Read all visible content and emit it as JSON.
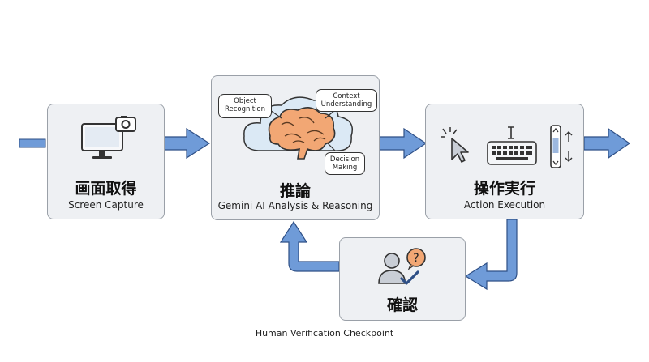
{
  "colors": {
    "arrow_fill": "#6f9bd8",
    "arrow_stroke": "#2e4f86",
    "box_fill": "#eef0f3",
    "box_border": "#9aa0a8",
    "brain_fill": "#f2a774",
    "cloud_fill": "#dbe9f5"
  },
  "nodes": {
    "capture": {
      "title": "画面取得",
      "subtitle": "Screen Capture",
      "icon": "monitor-camera-icon"
    },
    "reasoning": {
      "title": "推論",
      "subtitle": "Gemini AI Analysis & Reasoning",
      "icon": "brain-icon",
      "bubbles": {
        "object": "Object Recognition",
        "context": "Context Understanding",
        "decision": "Decision Making"
      }
    },
    "action": {
      "title": "操作実行",
      "subtitle": "Action Execution",
      "icons": [
        "cursor-click-icon",
        "text-cursor-icon",
        "keyboard-icon",
        "scroll-icon"
      ]
    },
    "verify": {
      "title": "確認",
      "subtitle": "Human Verification Checkpoint",
      "icon": "person-question-check-icon"
    }
  }
}
